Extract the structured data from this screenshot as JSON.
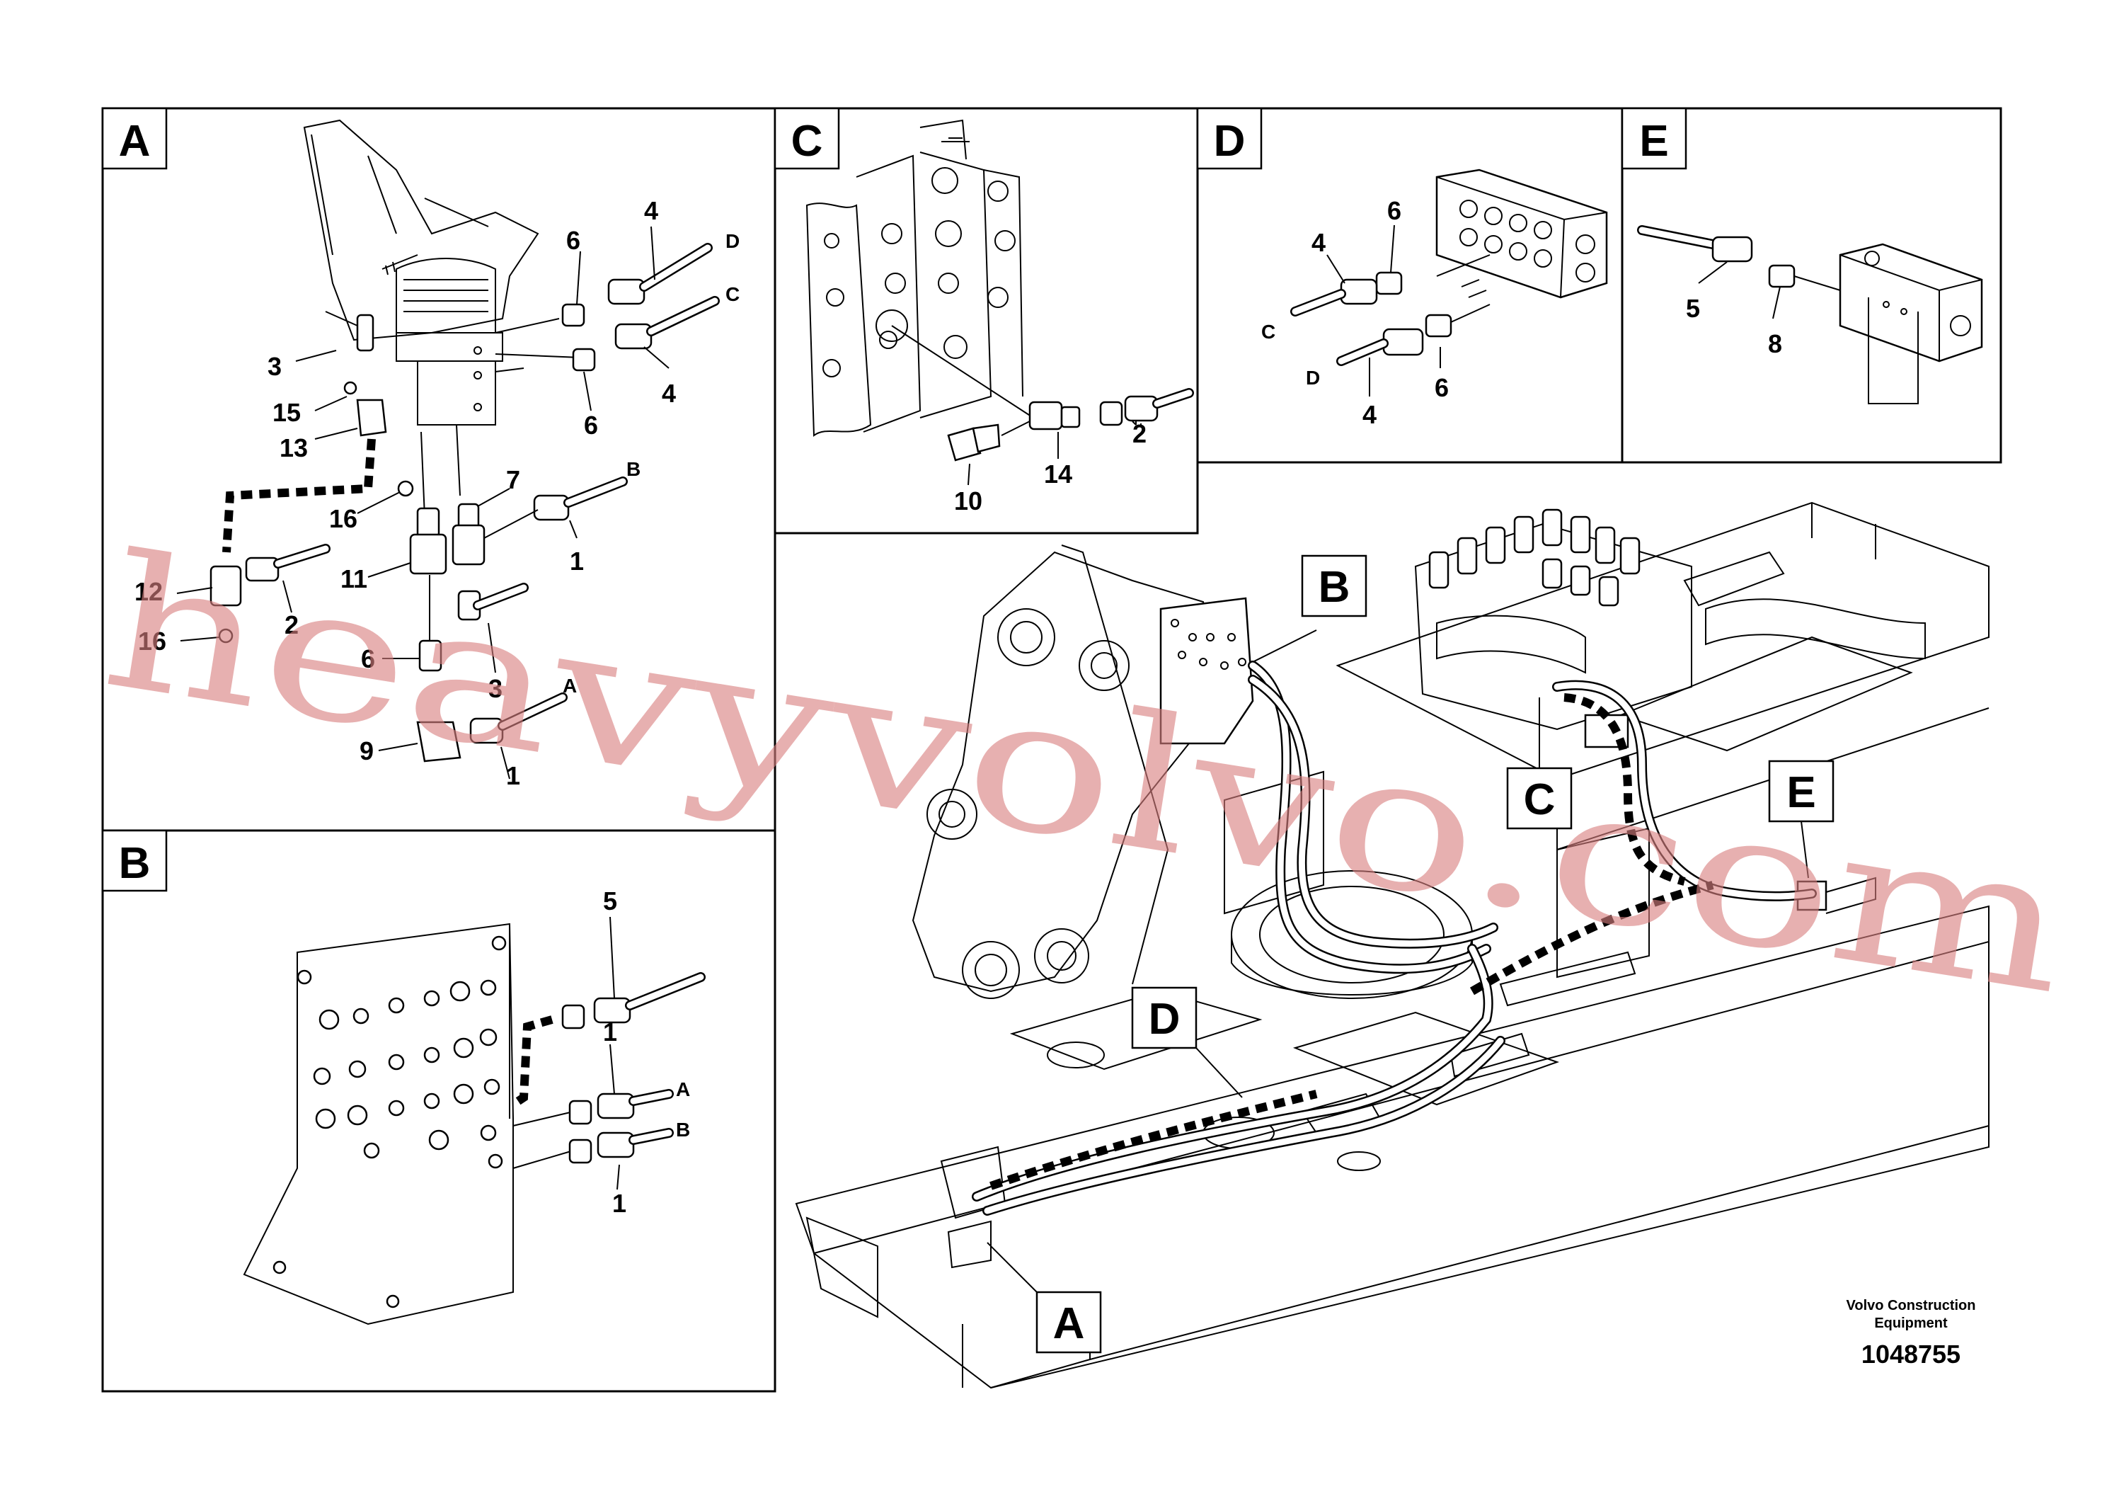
{
  "panels": {
    "A": {
      "tag": "A",
      "callouts": [
        "4",
        "6",
        "3",
        "15",
        "13",
        "6",
        "4",
        "7",
        "16",
        "12",
        "2",
        "16",
        "1",
        "11",
        "6",
        "3",
        "9",
        "1"
      ],
      "hose_ends": [
        "D",
        "C",
        "B",
        "A"
      ]
    },
    "B": {
      "tag": "B",
      "callouts": [
        "5",
        "1",
        "1"
      ],
      "hose_ends": [
        "A",
        "B"
      ]
    },
    "C": {
      "tag": "C",
      "callouts": [
        "2",
        "14",
        "10"
      ]
    },
    "D": {
      "tag": "D",
      "callouts": [
        "6",
        "4",
        "6",
        "4"
      ],
      "hose_ends": [
        "C",
        "D"
      ]
    },
    "E": {
      "tag": "E",
      "callouts": [
        "5",
        "8"
      ]
    }
  },
  "overview_tags": [
    "B",
    "C",
    "E",
    "D",
    "A"
  ],
  "credit": {
    "line1": "Volvo Construction",
    "line2": "Equipment"
  },
  "document_number": "1048755",
  "watermark": "heavyvolvo.com",
  "colors": {
    "watermark": "#d98080",
    "ink": "#000000",
    "paper": "#ffffff"
  }
}
